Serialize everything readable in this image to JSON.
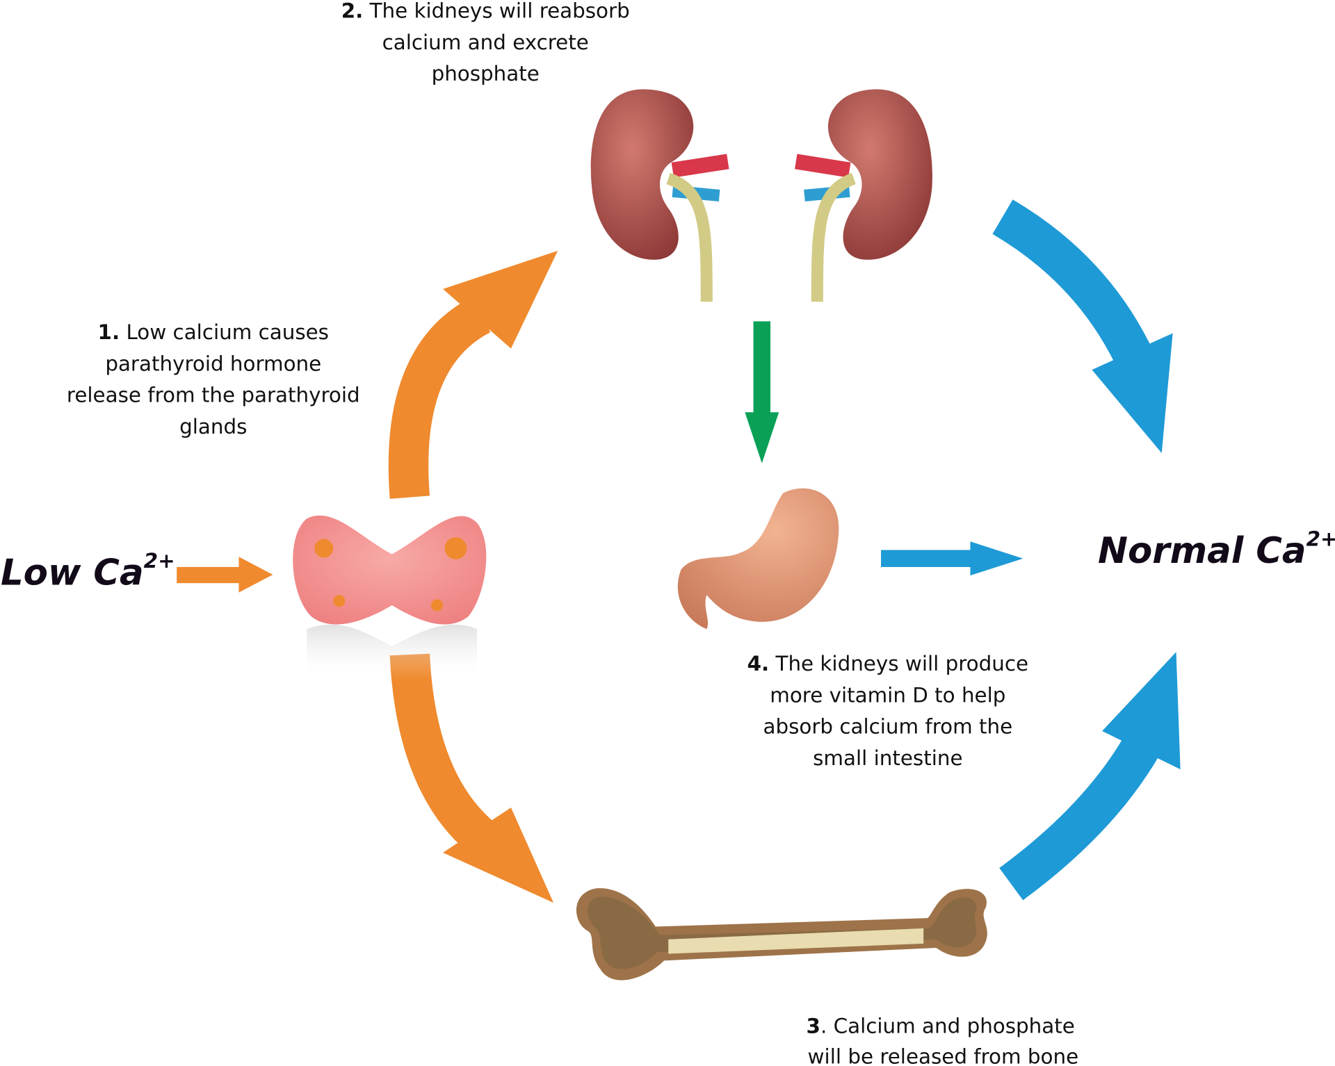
{
  "colors": {
    "orange": "#ef8a2e",
    "blue": "#1e9ad6",
    "green": "#0aa157",
    "kidney": "#b65a55",
    "parathyroid": "#f29a9a",
    "stomach": "#e9a07e",
    "bone_outer": "#9e7349",
    "bone_inner": "#e8dcb0"
  },
  "labels": {
    "low": {
      "text": "Low Ca",
      "sup": "2+"
    },
    "normal": {
      "text": "Normal Ca",
      "sup": "2+"
    },
    "step1": {
      "num": "1.",
      "lines": [
        "Low calcium causes",
        "parathyroid hormone",
        "release from the parathyroid",
        "glands"
      ]
    },
    "step2": {
      "num": "2.",
      "lines": [
        "The kidneys will reabsorb",
        "calcium and excrete",
        "phosphate"
      ]
    },
    "step3": {
      "num": "3",
      "lines": [
        ". Calcium and phosphate",
        "will be released from bone"
      ]
    },
    "step4": {
      "num": "4.",
      "lines": [
        "The kidneys will produce",
        "more vitamin D to help",
        "absorb calcium from the",
        "small intestine"
      ]
    }
  },
  "icons": [
    "kidneys-icon",
    "parathyroid-glands-icon",
    "stomach-icon",
    "bone-icon"
  ]
}
